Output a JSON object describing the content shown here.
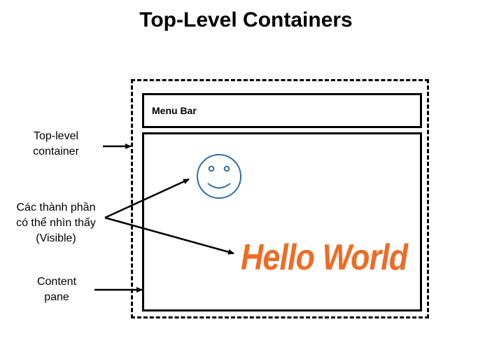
{
  "title": "Top-Level Containers",
  "window": {
    "menu_bar_label": "Menu Bar",
    "content_text": "Hello World",
    "content_icon": "smiley-face-icon"
  },
  "labels": {
    "top_level_container": [
      "Top-level",
      "container"
    ],
    "visible_components": [
      "Các thành phần",
      "có thể nhìn thấy",
      "(Visible)"
    ],
    "content_pane": [
      "Content",
      "pane"
    ]
  },
  "colors": {
    "smiley": "#2e6ea6",
    "hello_text": "#ee6c25",
    "border": "#000000"
  }
}
